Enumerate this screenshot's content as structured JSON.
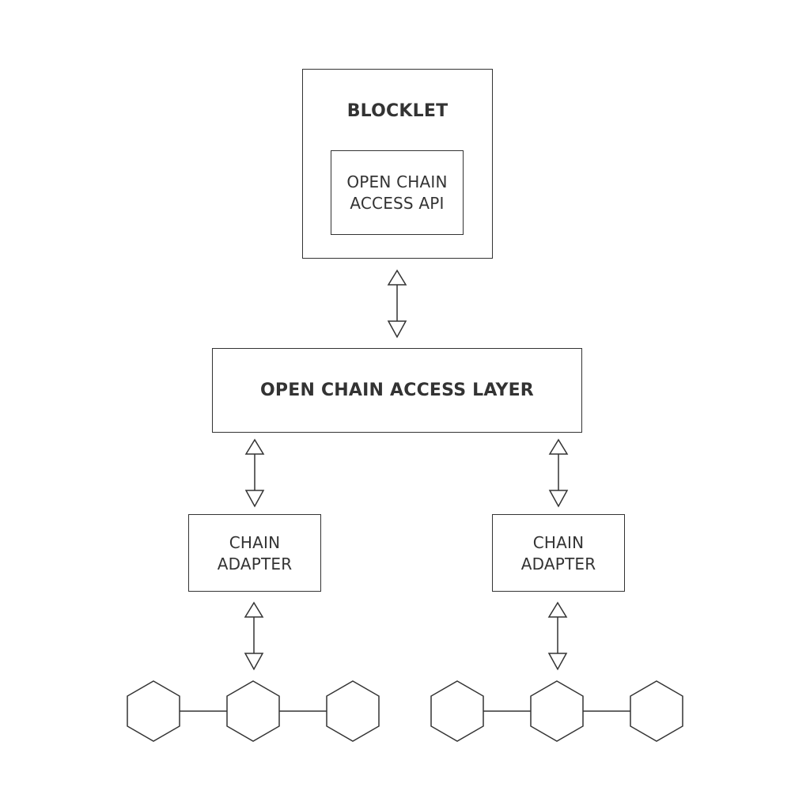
{
  "blocklet": {
    "title": "BLOCKLET",
    "api": {
      "line1": "OPEN CHAIN",
      "line2": "ACCESS API"
    }
  },
  "access_layer": {
    "title": "OPEN CHAIN ACCESS LAYER"
  },
  "adapters": [
    {
      "line1": "CHAIN",
      "line2": "ADAPTER"
    },
    {
      "line1": "CHAIN",
      "line2": "ADAPTER"
    }
  ],
  "colors": {
    "stroke": "#333333",
    "background": "#ffffff"
  }
}
